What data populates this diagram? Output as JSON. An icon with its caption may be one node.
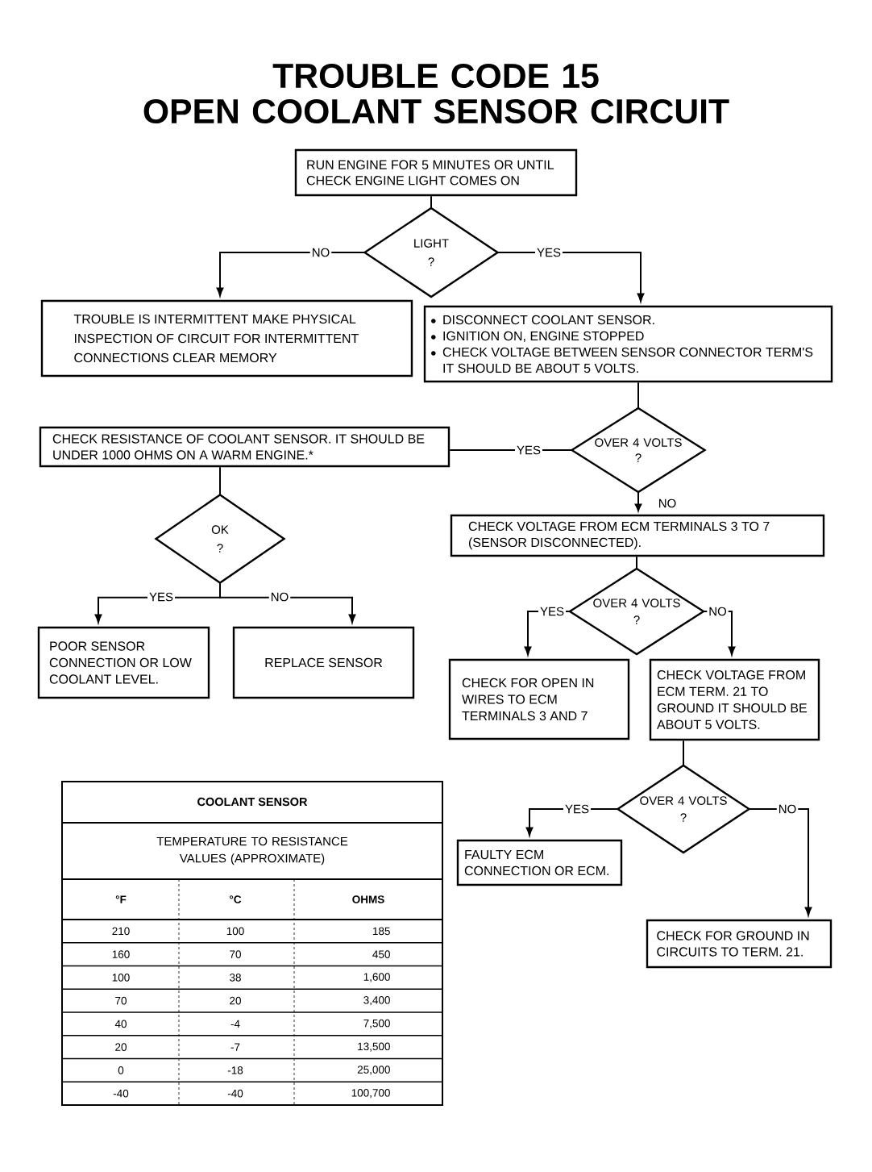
{
  "diagram": {
    "title": "TROUBLE CODE 15 OPEN COOLANT SENSOR CIRCUIT",
    "nodes": [
      {
        "text": [
          "RUN ENGINE FOR 5 MINUTES OR UNTIL CHECK ENGINE LIGHT COMES ON"
        ]
      },
      {
        "text": [
          "LIGHT",
          "?"
        ]
      },
      {
        "text": [
          "TROUBLE IS INTERMITTENT MAKE PHYSICAL INSPECTION OF CIRCUIT FOR INTERMITTENT CONNECTIONS CLEAR MEMORY"
        ]
      },
      {
        "text": [
          "DISCONNECT COOLANT SENSOR.",
          "IGNITION ON, ENGINE STOPPED",
          "CHECK VOLTAGE BETWEEN SENSOR CONNECTOR TERM'S IT SHOULD BE ABOUT 5 VOLTS."
        ]
      },
      {
        "text": [
          "CHECK RESISTANCE OF COOLANT SENSOR. IT SHOULD BE UNDER 1000 OHMS ON A WARM ENGINE.*"
        ]
      },
      {
        "text": [
          "OVER 4 VOLTS",
          "?"
        ]
      },
      {
        "text": [
          "OK",
          "?"
        ]
      },
      {
        "text": [
          "CHECK VOLTAGE FROM ECM TERMINALS 3 TO 7 (SENSOR DISCONNECTED)."
        ]
      },
      {
        "text": [
          "POOR SENSOR CONNECTION OR LOW COOLANT LEVEL."
        ]
      },
      {
        "text": [
          "REPLACE SENSOR"
        ]
      },
      {
        "text": [
          "OVER 4 VOLTS",
          "?"
        ]
      },
      {
        "text": [
          "CHECK FOR OPEN IN WIRES TO ECM TERMINALS 3 AND 7"
        ]
      },
      {
        "text": [
          "CHECK VOLTAGE FROM ECM TERM. 21 TO GROUND IT SHOULD BE ABOUT 5 VOLTS."
        ]
      },
      {
        "text": [
          "OVER 4 VOLTS",
          "?"
        ]
      },
      {
        "text": [
          "FAULTY ECM CONNECTION OR ECM."
        ]
      },
      {
        "text": [
          "CHECK FOR GROUND IN CIRCUITS TO TERM. 21."
        ]
      }
    ],
    "edges": [
      {
        "from": 0,
        "to": 1,
        "arrow": "none"
      },
      {
        "from": 1,
        "to": 2,
        "arrow": "to",
        "label": "NO"
      },
      {
        "from": 1,
        "to": 3,
        "arrow": "to",
        "label": "YES"
      },
      {
        "from": 3,
        "to": 5,
        "arrow": "none"
      },
      {
        "from": 5,
        "to": 4,
        "arrow": "none",
        "label": "YES"
      },
      {
        "from": 5,
        "to": 7,
        "arrow": "to",
        "label": "NO"
      },
      {
        "from": 4,
        "to": 6,
        "arrow": "none"
      },
      {
        "from": 6,
        "to": 8,
        "arrow": "to",
        "label": "YES"
      },
      {
        "from": 6,
        "to": 9,
        "arrow": "to",
        "label": "NO"
      },
      {
        "from": 7,
        "to": 10,
        "arrow": "none"
      },
      {
        "from": 10,
        "to": 11,
        "arrow": "to",
        "label": "YES"
      },
      {
        "from": 10,
        "to": 12,
        "arrow": "to",
        "label": "NO"
      },
      {
        "from": 12,
        "to": 13,
        "arrow": "none"
      },
      {
        "from": 13,
        "to": 14,
        "arrow": "to",
        "label": "YES"
      },
      {
        "from": 13,
        "to": 15,
        "arrow": "to",
        "label": "NO"
      }
    ],
    "labels": [
      "COOLANT SENSOR",
      "TEMPERATURE TO RESISTANCE VALUES (APPROXIMATE)",
      "°F",
      "°C",
      "OHMS",
      "210",
      "100",
      "185",
      "160",
      "70",
      "450",
      "100",
      "38",
      "1,600",
      "70",
      "20",
      "3,400",
      "40",
      "-4",
      "7,500",
      "20",
      "-7",
      "13,500",
      "0",
      "-18",
      "25,000",
      "-40",
      "-40",
      "100,700"
    ]
  }
}
